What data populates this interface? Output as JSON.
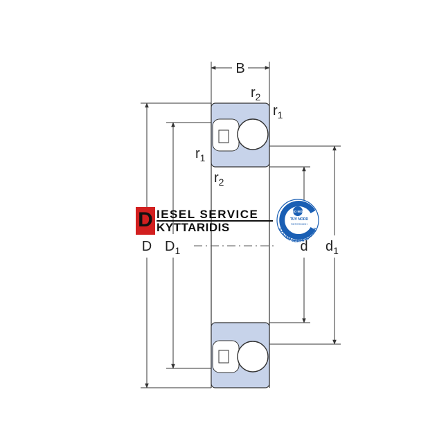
{
  "diagram": {
    "dimension_labels": {
      "B": "B",
      "r2_top": "r",
      "r2_top_sub": "2",
      "r1_top": "r",
      "r1_top_sub": "1",
      "r1_inner": "r",
      "r1_inner_sub": "1",
      "r2_inner": "r",
      "r2_inner_sub": "2",
      "D": "D",
      "D1": "D",
      "D1_sub": "1",
      "d": "d",
      "d1": "d",
      "d1_sub": "1"
    }
  },
  "watermark": {
    "letter": "D",
    "line1": "IESEL SERVICE",
    "line2": "KYTTARIDIS"
  },
  "certification": {
    "top": "ISO 9001",
    "middle": "TÜV NORD",
    "small": "ΠΙΣΤΟΠΟΙΗΣΗ",
    "bottom": "SYSTEM CERTIFICATION"
  },
  "colors": {
    "ring_fill": "#c7d3ea",
    "line": "#333333",
    "brand_red": "#d21f1f",
    "cert_blue": "#1a5fb4"
  }
}
